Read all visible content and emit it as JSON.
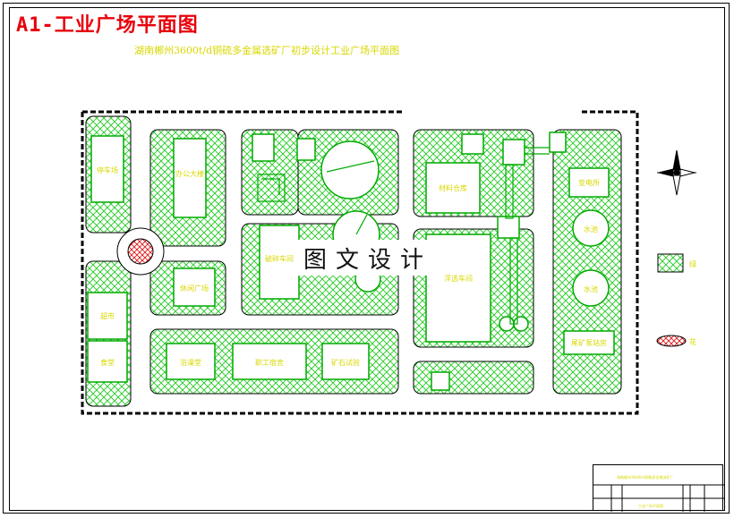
{
  "title": "A1-工业广场平面图",
  "subtitle": "湖南郴州3600t/d铜硫多金属选矿厂初步设计工业广场平面图",
  "watermark": "图文设计",
  "buildings": {
    "parking": "停车场",
    "office": "办公大楼",
    "leisure": "休闲广场",
    "supermarket": "超市",
    "canteen": "食堂",
    "bathroom": "浴澡堂",
    "dormitory": "职工宿舍",
    "mine_lab": "矿石试验",
    "crushing": "破碎车间",
    "material_warehouse": "材料仓库",
    "flotation": "浮选车间",
    "substation": "变电所",
    "water_pool1": "水池",
    "water_pool2": "水池",
    "pump_house": "尾矿泵站房"
  },
  "legend": {
    "greenery_label": "绿",
    "flower_label": "花"
  },
  "title_block": {
    "top_text": "湖南郴州3600t/d铜硫多金属选矿厂",
    "bottom_text": "工业广场平面图"
  },
  "colors": {
    "road_outline": "#000000",
    "green_fill": "#1fcc1f",
    "building_outline": "#00aa00",
    "building_text": "#d8d800",
    "title_red": "#e8000b",
    "flower_red": "#e01515"
  }
}
